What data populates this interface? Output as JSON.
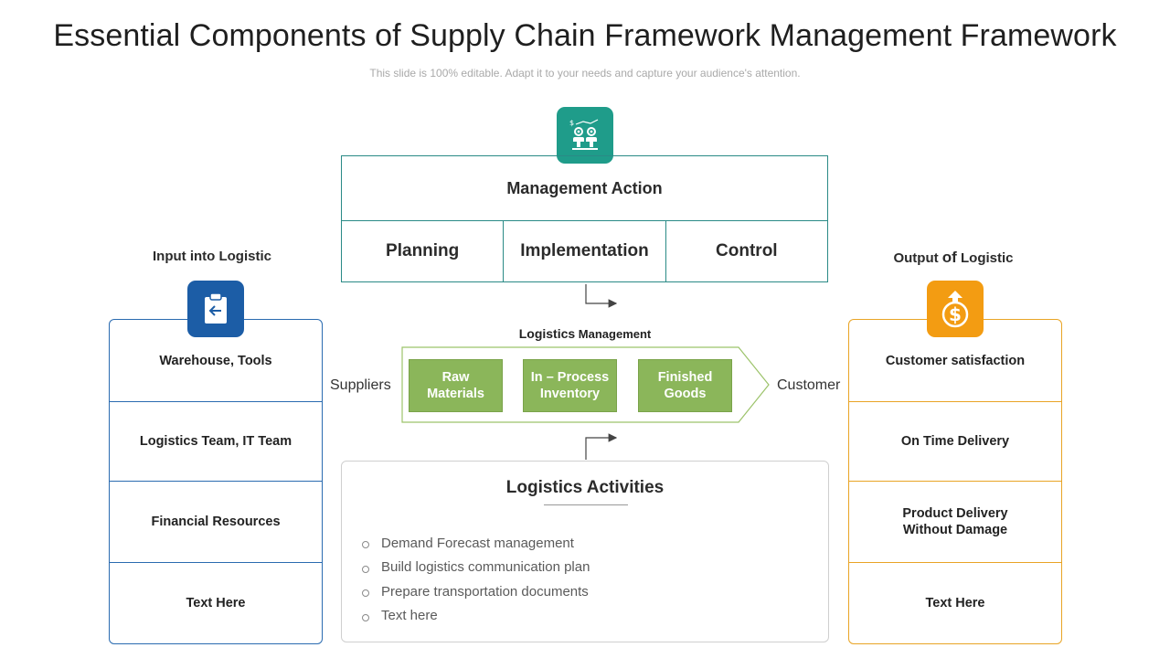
{
  "title": "Essential Components of Supply Chain Framework Management Framework",
  "subtitle": "This slide is 100% editable. Adapt it to your needs and capture your audience's attention.",
  "management": {
    "heading": "Management Action",
    "cells": [
      "Planning",
      "Implementation",
      "Control"
    ]
  },
  "input": {
    "heading": "Input into Logistic",
    "items": [
      "Warehouse, Tools",
      "Logistics Team, IT Team",
      "Financial Resources",
      "Text Here"
    ]
  },
  "output": {
    "heading_prefix": "Output ",
    "heading_of": "of",
    "heading_suffix": " Logistic",
    "items": [
      "Customer satisfaction",
      "On Time Delivery",
      "Product Delivery\nWithout Damage",
      "Text Here"
    ]
  },
  "logistics_management": {
    "title_bold": "Logistics",
    "title_rest": " Management",
    "left_label": "Suppliers",
    "right_label": "Customer",
    "stages": [
      "Raw\nMaterials",
      "In – Process\nInventory",
      "Finished\nGoods"
    ]
  },
  "activities": {
    "heading": "Logistics Activities",
    "items": [
      "Demand Forecast management",
      "Build logistics communication plan",
      "Prepare transportation documents",
      "Text here"
    ]
  },
  "colors": {
    "teal": "#1f9c8a",
    "blue": "#1c5da6",
    "orange": "#f39c12",
    "green": "#8bb65a",
    "box_teal_border": "#2a8a86",
    "box_blue_border": "#2a6bb0",
    "box_orange_border": "#e9a425"
  },
  "icons": {
    "management": "gears-people-dollar-icon",
    "input": "clipboard-arrow-icon",
    "output": "dollar-growth-icon"
  }
}
